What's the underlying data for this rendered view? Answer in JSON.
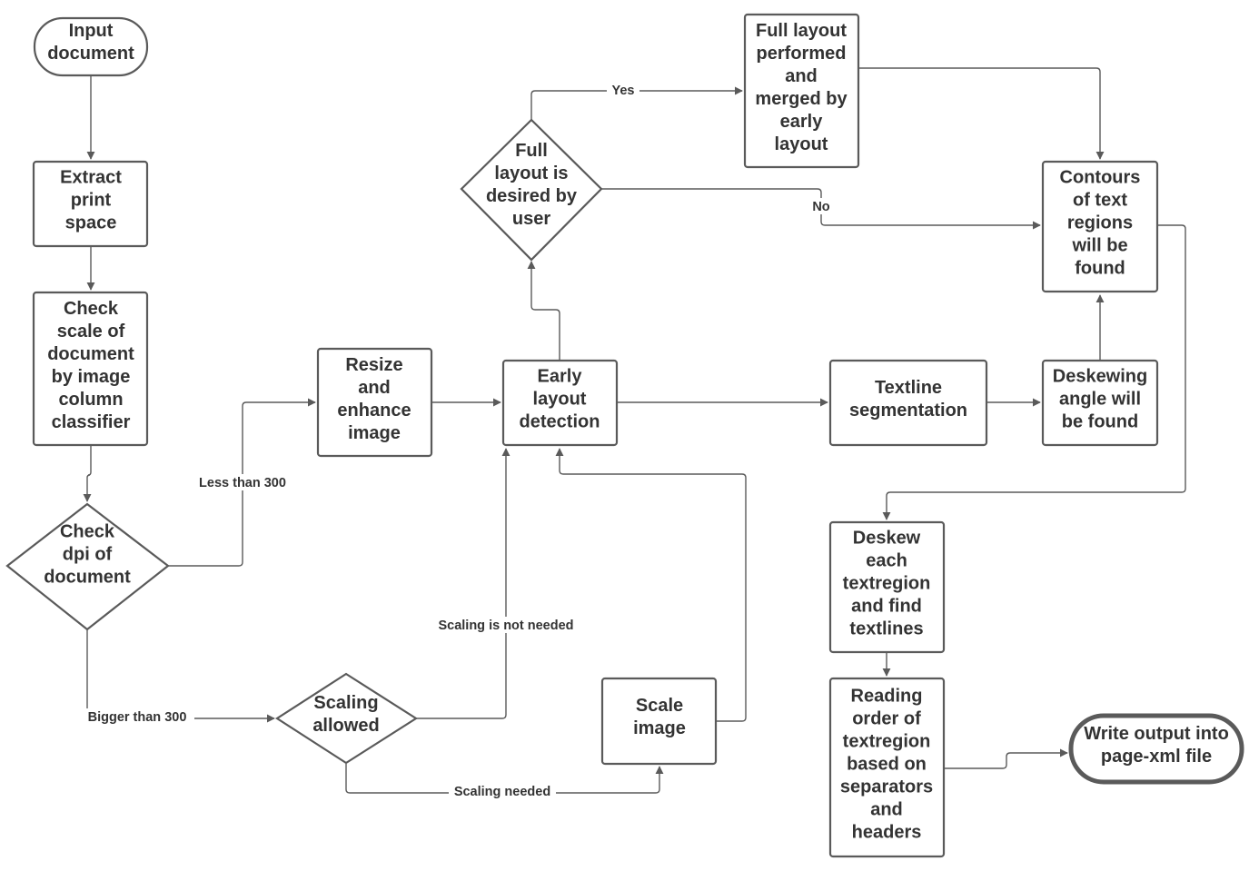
{
  "nodes": {
    "input_document": [
      "Input",
      "document"
    ],
    "extract_print_space": [
      "Extract",
      "print",
      "space"
    ],
    "check_scale": [
      "Check",
      "scale of",
      "document",
      "by image",
      "column",
      "classifier"
    ],
    "check_dpi": [
      "Check",
      "dpi of",
      "document"
    ],
    "resize_enhance": [
      "Resize",
      "and",
      "enhance",
      "image"
    ],
    "scaling_allowed": [
      "Scaling",
      "allowed"
    ],
    "scale_image": [
      "Scale",
      "image"
    ],
    "early_layout": [
      "Early",
      "layout",
      "detection"
    ],
    "full_layout_desired": [
      "Full",
      "layout is",
      "desired by",
      "user"
    ],
    "full_layout_performed": [
      "Full layout",
      "performed",
      "and",
      "merged by",
      "early",
      "layout"
    ],
    "contours": [
      "Contours",
      "of text",
      "regions",
      "will be",
      "found"
    ],
    "textline_segmentation": [
      "Textline",
      "segmentation"
    ],
    "deskewing_angle": [
      "Deskewing",
      "angle will",
      "be found"
    ],
    "deskew_each": [
      "Deskew",
      "each",
      "textregion",
      "and find",
      "textlines"
    ],
    "reading_order": [
      "Reading",
      "order of",
      "textregion",
      "based on",
      "separators",
      "and",
      "headers"
    ],
    "write_output": [
      "Write output into",
      "page-xml file"
    ]
  },
  "edge_labels": {
    "yes": "Yes",
    "no": "No",
    "less_than_300": "Less than 300",
    "bigger_than_300": "Bigger than 300",
    "scaling_not_needed": "Scaling is not needed",
    "scaling_needed": "Scaling needed"
  },
  "colors": {
    "stroke": "#5a5a5a",
    "text": "#333333",
    "background": "#ffffff"
  }
}
